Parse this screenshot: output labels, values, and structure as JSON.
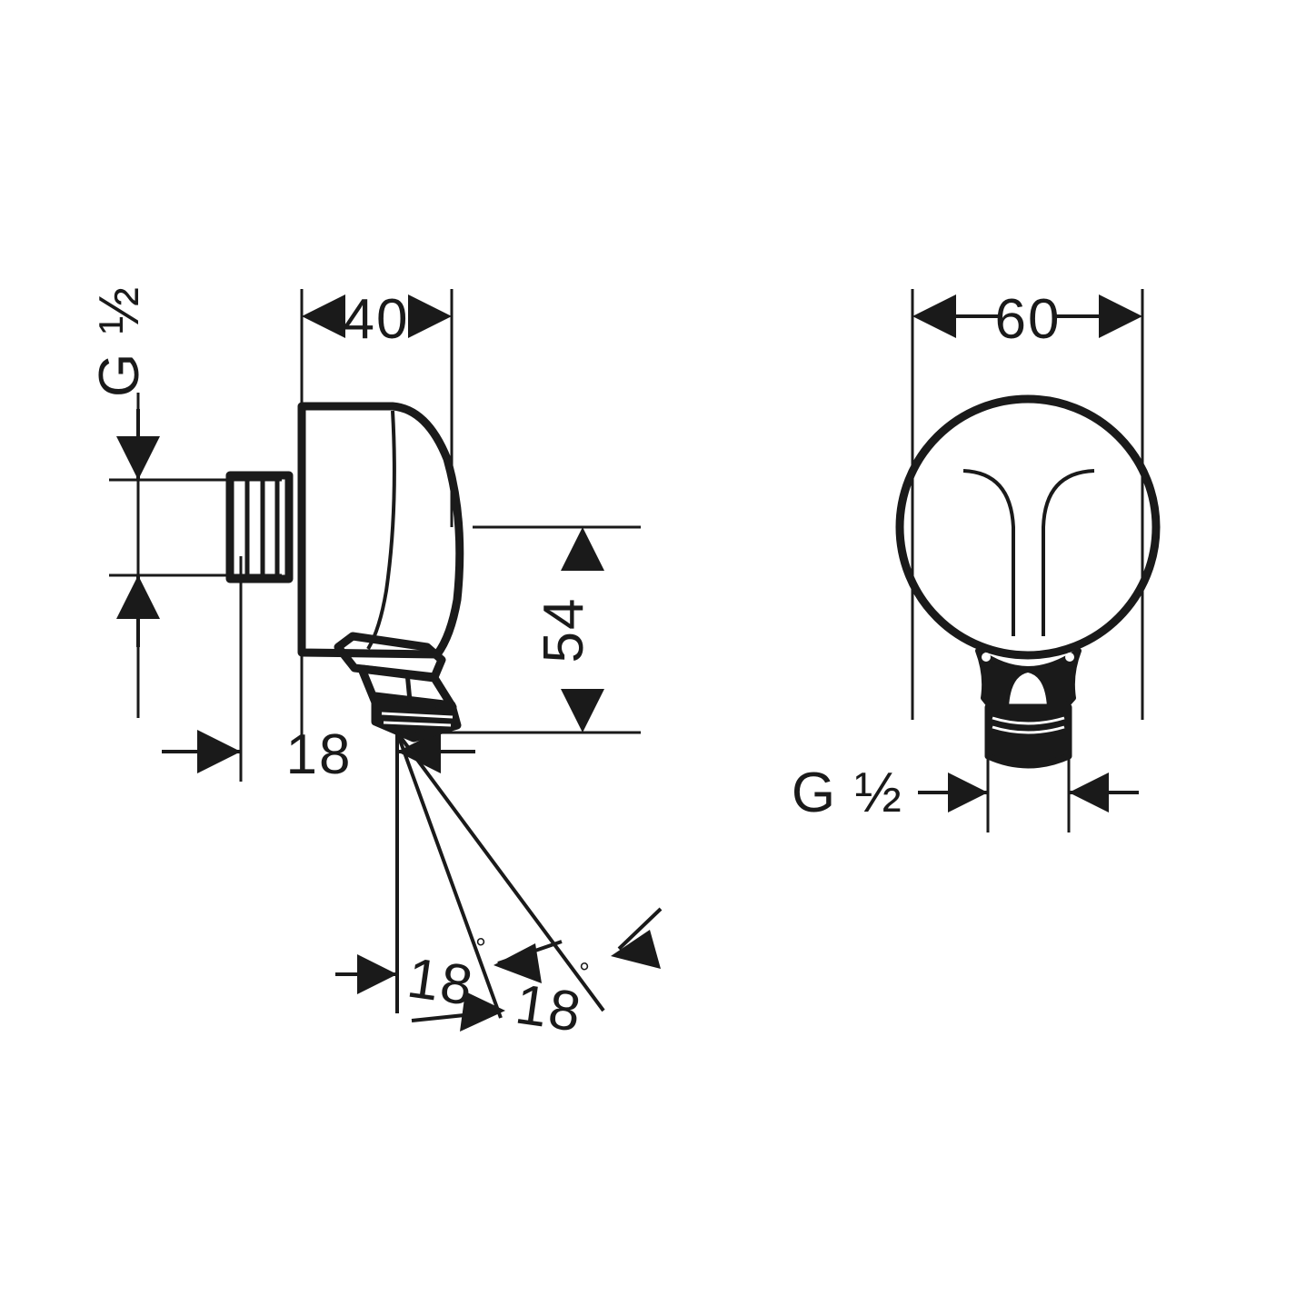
{
  "drawing": {
    "type": "technical-dimension-drawing",
    "subject": "shower wall outlet / wall connector elbow",
    "background_color": "#ffffff",
    "line_color": "#1a1a1a",
    "views": [
      {
        "id": "side-view",
        "name": "side-section-view",
        "position": "left"
      },
      {
        "id": "front-view",
        "name": "front-elevation-view",
        "position": "right"
      }
    ],
    "dimensions": {
      "width_40": "40",
      "height_54": "54",
      "offset_18": "18",
      "diameter_60": "60",
      "thread_inlet": "G ½",
      "thread_outlet": "G ½",
      "angle_a": "18",
      "angle_a_unit": "°",
      "angle_b": "18",
      "angle_b_unit": "°"
    }
  }
}
